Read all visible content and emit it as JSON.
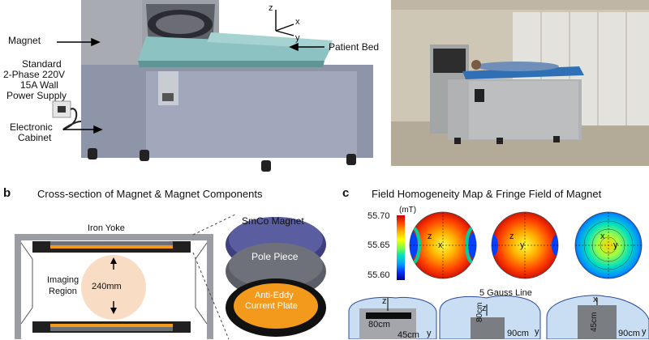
{
  "panel_a": {
    "labels": {
      "magnet": "Magnet",
      "power_line1": "Standard",
      "power_line2": "2-Phase 220V",
      "power_line3": "15A Wall",
      "power_line4": "Power Supply",
      "cabinet_line1": "Electronic",
      "cabinet_line2": "Cabinet",
      "patient_bed": "Patient Bed"
    },
    "axes": {
      "z": "z",
      "x": "x",
      "y": "y"
    }
  },
  "panel_b": {
    "letter": "b",
    "title": "Cross-section of Magnet & Magnet Components",
    "iron_yoke": "Iron Yoke",
    "imaging_line1": "Imaging",
    "imaging_line2": "Region",
    "diameter": "240mm",
    "smco": "SmCo Magnet",
    "pole_piece": "Pole Piece",
    "anti_eddy_line1": "Anti-Eddy",
    "anti_eddy_line2": "Current Plate"
  },
  "panel_c": {
    "letter": "c",
    "title": "Field Homogeneity Map & Fringe Field of Magnet",
    "colorbar_unit": "(mT)",
    "colorbar_ticks": [
      "55.70",
      "55.65",
      "55.60"
    ],
    "maps": [
      {
        "axis_a": "z",
        "axis_b": "x"
      },
      {
        "axis_a": "z",
        "axis_b": "y"
      },
      {
        "axis_a": "x",
        "axis_b": "y"
      }
    ],
    "fringe_title": "5 Gauss Line",
    "fringe_labels": {
      "p1_z": "z",
      "p1_dim_a": "80cm",
      "p1_dim_b": "45cm",
      "p1_y": "y",
      "p2_z": "z",
      "p2_dim_a": "80cm",
      "p2_dim_b": "90cm",
      "p2_y": "y",
      "p3_x": "x",
      "p3_dim_a": "45cm",
      "p3_dim_b": "90cm",
      "p3_y": "y"
    }
  },
  "colors": {
    "magnet_gray": "#a4a8ae",
    "cabinet_gray": "#8d93a6",
    "bed_teal": "#8fc0c0",
    "sphere_fill": "#f8dcc4",
    "smco_blue": "#3d3f7e",
    "pole_gray": "#5b5e66",
    "anti_eddy_orange": "#f39a1c",
    "fringe_blue": "#c9def2"
  },
  "icons": [
    "axis-triad-icon",
    "wall-outlet-icon",
    "arrow-icon"
  ]
}
